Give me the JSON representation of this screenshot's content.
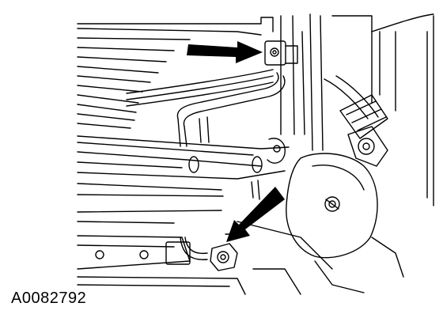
{
  "figure": {
    "reference_code": "A0082792",
    "callout_arrows": 2,
    "style": "black-and-white line drawing",
    "colors": {
      "ink": "#000000",
      "paper": "#ffffff"
    }
  }
}
